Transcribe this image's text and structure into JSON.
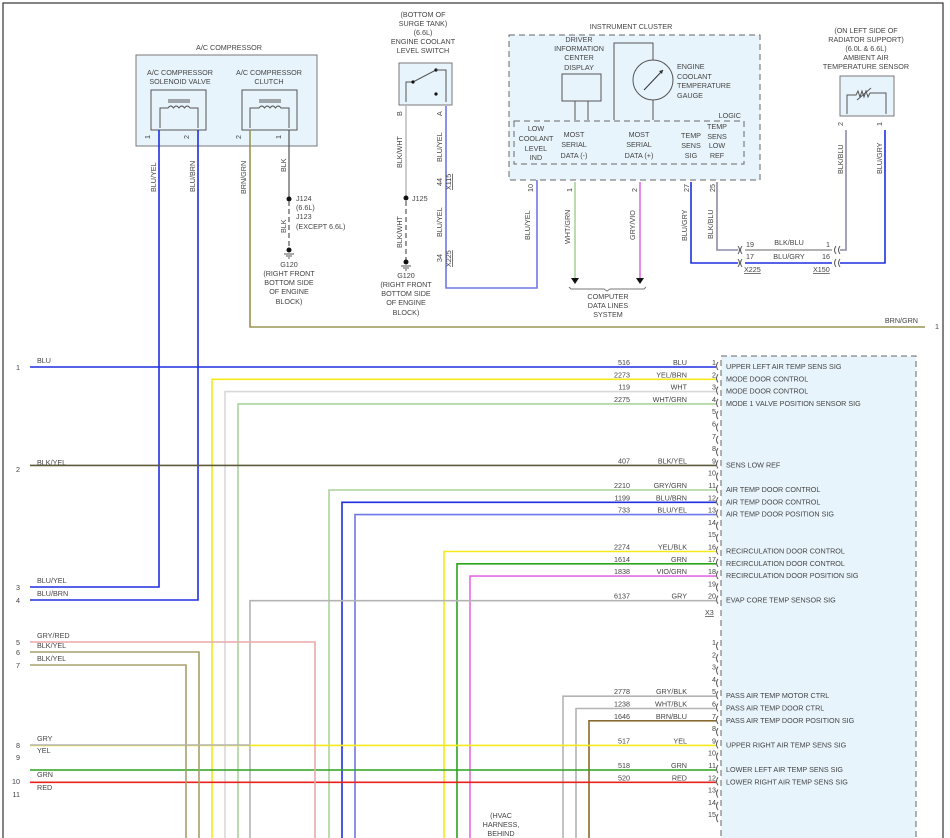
{
  "components": {
    "ac_compressor": {
      "title": "A/C COMPRESSOR",
      "solenoid": {
        "label": [
          "A/C COMPRESSOR",
          "SOLENOID VALVE"
        ],
        "pins": [
          "1",
          "2"
        ]
      },
      "clutch": {
        "label": [
          "A/C COMPRESSOR",
          "CLUTCH"
        ],
        "pins": [
          "2",
          "1"
        ]
      },
      "wires": [
        "BLU/YEL",
        "BLU/BRN",
        "BRN/GRN",
        "BLK"
      ]
    },
    "splice_j124": {
      "label": "J124",
      "note": "(6.6L)",
      "label2": "J123",
      "note2": "(EXCEPT 6.6L)",
      "wire": "BLK"
    },
    "ground_g120_a": {
      "label": "G120",
      "location": [
        "(RIGHT FRONT",
        "BOTTOM SIDE",
        "OF ENGINE",
        "BLOCK)"
      ]
    },
    "coolant_switch": {
      "header": [
        "(BOTTOM OF",
        "SURGE TANK)",
        "(6.6L)",
        "ENGINE COOLANT",
        "LEVEL SWITCH"
      ],
      "pins": [
        "B",
        "A"
      ],
      "wires": [
        "BLK/WHT",
        "BLU/YEL",
        "BLK/WHT",
        "BLU/YEL"
      ],
      "connectors": [
        {
          "pin": "44",
          "name": "X115"
        },
        {
          "pin": "34",
          "name": "X225"
        }
      ],
      "splice": "J125"
    },
    "ground_g120_b": {
      "label": "G120",
      "location": [
        "(RIGHT FRONT",
        "BOTTOM SIDE",
        "OF ENGINE",
        "BLOCK)"
      ]
    },
    "instrument_cluster": {
      "title": "INSTRUMENT CLUSTER",
      "dic": [
        "DRIVER",
        "INFORMATION",
        "CENTER",
        "DISPLAY"
      ],
      "gauge": [
        "ENGINE",
        "COOLANT",
        "TEMPERATURE",
        "GAUGE"
      ],
      "logic_label": "LOGIC",
      "terminals": [
        {
          "label": [
            "LOW",
            "COOLANT",
            "LEVEL",
            "IND"
          ],
          "pin": "10",
          "wire": "BLU/YEL"
        },
        {
          "label": [
            "MOST",
            "SERIAL",
            "DATA (-)"
          ],
          "pin": "1",
          "wire": "WHT/GRN"
        },
        {
          "label": [
            "MOST",
            "SERIAL",
            "DATA (+)"
          ],
          "pin": "2",
          "wire": "GRY/VIO"
        },
        {
          "label": [
            "TEMP",
            "SENS",
            "SIG"
          ],
          "pin": "27",
          "wire": "BLU/GRY"
        },
        {
          "label": [
            "TEMP",
            "SENS",
            "LOW",
            "REF"
          ],
          "pin": "25",
          "wire": "BLK/BLU"
        }
      ]
    },
    "data_lines": [
      "COMPUTER",
      "DATA LINES",
      "SYSTEM"
    ],
    "inline_connectors": {
      "left_name": "X225",
      "right_name": "X150",
      "rows": [
        {
          "left_pin": "19",
          "wire": "BLK/BLU",
          "right_pin": "1"
        },
        {
          "left_pin": "17",
          "wire": "BLU/GRY",
          "right_pin": "16"
        }
      ]
    },
    "ambient_sensor": {
      "header": [
        "(ON LEFT SIDE OF",
        "RADIATOR SUPPORT)",
        "(6.0L & 6.6L)",
        "AMBIENT AIR",
        "TEMPERATURE SENSOR"
      ],
      "pins": [
        "2",
        "1"
      ],
      "wires": [
        "BLK/BLU",
        "BLU/GRY"
      ]
    },
    "brn_grn_offpage": {
      "wire": "BRN/GRN",
      "ref": "1"
    },
    "hvac_note": [
      "(HVAC",
      "HARNESS,",
      "BEHIND"
    ]
  },
  "left_wires": [
    {
      "ref": "1",
      "color_name": "BLU"
    },
    {
      "ref": "2",
      "color_name": "BLK/YEL"
    },
    {
      "ref": "3",
      "color_name": "BLU/YEL"
    },
    {
      "ref": "4",
      "color_name": "BLU/BRN"
    },
    {
      "ref": "5",
      "color_name": "GRY/RED"
    },
    {
      "ref": "6",
      "color_name": "BLK/YEL"
    },
    {
      "ref": "7",
      "color_name": "BLK/YEL"
    },
    {
      "ref": "8",
      "color_name": "GRY"
    },
    {
      "ref": "9",
      "color_name": "YEL"
    },
    {
      "ref": "10",
      "color_name": "GRN"
    },
    {
      "ref": "11",
      "color_name": "RED"
    }
  ],
  "connector_x3": {
    "name": "X3",
    "pins": [
      {
        "pin": "1",
        "circuit": "516",
        "wire": "BLU",
        "function": "UPPER LEFT AIR TEMP SENS SIG"
      },
      {
        "pin": "2",
        "circuit": "2273",
        "wire": "YEL/BRN",
        "function": "MODE DOOR CONTROL"
      },
      {
        "pin": "3",
        "circuit": "119",
        "wire": "WHT",
        "function": "MODE DOOR CONTROL"
      },
      {
        "pin": "4",
        "circuit": "2275",
        "wire": "WHT/GRN",
        "function": "MODE 1 VALVE POSITION SENSOR SIG"
      },
      {
        "pin": "5",
        "circuit": "",
        "wire": "",
        "function": ""
      },
      {
        "pin": "6",
        "circuit": "",
        "wire": "",
        "function": ""
      },
      {
        "pin": "7",
        "circuit": "",
        "wire": "",
        "function": ""
      },
      {
        "pin": "8",
        "circuit": "",
        "wire": "",
        "function": ""
      },
      {
        "pin": "9",
        "circuit": "407",
        "wire": "BLK/YEL",
        "function": "SENS LOW REF"
      },
      {
        "pin": "10",
        "circuit": "",
        "wire": "",
        "function": ""
      },
      {
        "pin": "11",
        "circuit": "2210",
        "wire": "GRY/GRN",
        "function": "AIR TEMP DOOR CONTROL"
      },
      {
        "pin": "12",
        "circuit": "1199",
        "wire": "BLU/BRN",
        "function": "AIR TEMP DOOR CONTROL"
      },
      {
        "pin": "13",
        "circuit": "733",
        "wire": "BLU/YEL",
        "function": "AIR TEMP DOOR POSITION SIG"
      },
      {
        "pin": "14",
        "circuit": "",
        "wire": "",
        "function": ""
      },
      {
        "pin": "15",
        "circuit": "",
        "wire": "",
        "function": ""
      },
      {
        "pin": "16",
        "circuit": "2274",
        "wire": "YEL/BLK",
        "function": "RECIRCULATION DOOR CONTROL"
      },
      {
        "pin": "17",
        "circuit": "1614",
        "wire": "GRN",
        "function": "RECIRCULATION DOOR CONTROL"
      },
      {
        "pin": "18",
        "circuit": "1838",
        "wire": "VIO/GRN",
        "function": "RECIRCULATION DOOR POSITION SIG"
      },
      {
        "pin": "19",
        "circuit": "",
        "wire": "",
        "function": ""
      },
      {
        "pin": "20",
        "circuit": "6137",
        "wire": "GRY",
        "function": "EVAP CORE TEMP SENSOR SIG"
      }
    ]
  },
  "connector_2": {
    "pins": [
      {
        "pin": "1",
        "circuit": "",
        "wire": "",
        "function": ""
      },
      {
        "pin": "2",
        "circuit": "",
        "wire": "",
        "function": ""
      },
      {
        "pin": "3",
        "circuit": "",
        "wire": "",
        "function": ""
      },
      {
        "pin": "4",
        "circuit": "",
        "wire": "",
        "function": ""
      },
      {
        "pin": "5",
        "circuit": "2778",
        "wire": "GRY/BLK",
        "function": "PASS AIR TEMP MOTOR CTRL"
      },
      {
        "pin": "6",
        "circuit": "1238",
        "wire": "WHT/BLK",
        "function": "PASS AIR TEMP DOOR CTRL"
      },
      {
        "pin": "7",
        "circuit": "1646",
        "wire": "BRN/BLU",
        "function": "PASS AIR TEMP DOOR POSITION SIG"
      },
      {
        "pin": "8",
        "circuit": "",
        "wire": "",
        "function": ""
      },
      {
        "pin": "9",
        "circuit": "517",
        "wire": "YEL",
        "function": "UPPER RIGHT AIR TEMP SENS SIG"
      },
      {
        "pin": "10",
        "circuit": "",
        "wire": "",
        "function": ""
      },
      {
        "pin": "11",
        "circuit": "518",
        "wire": "GRN",
        "function": "LOWER LEFT AIR TEMP SENS SIG"
      },
      {
        "pin": "12",
        "circuit": "520",
        "wire": "RED",
        "function": "LOWER RIGHT AIR TEMP SENS SIG"
      },
      {
        "pin": "13",
        "circuit": "",
        "wire": "",
        "function": ""
      },
      {
        "pin": "14",
        "circuit": "",
        "wire": "",
        "function": ""
      },
      {
        "pin": "15",
        "circuit": "",
        "wire": "",
        "function": ""
      }
    ]
  },
  "colors": {
    "BLU": "#1f2fe0",
    "BLU_L": "#6f78e8",
    "YEL": "#f4ea1a",
    "WHT": "#d8d8d8",
    "GRN_L": "#a9d49c",
    "GRN": "#2aa51c",
    "VIO": "#e46be6",
    "GRY": "#b4b4b4",
    "RED": "#e8211c",
    "PINK": "#eaa9a9",
    "OLIVE": "#a7a06b",
    "BRN": "#8b6a2f",
    "BRNGRN": "#9b9552",
    "MODULE": "#e8f4fb",
    "LINE": "#555555"
  }
}
